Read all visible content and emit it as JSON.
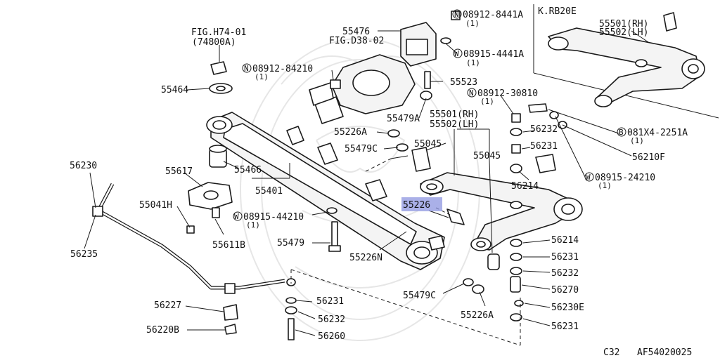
{
  "refs": {
    "fig_h74": "FIG.H74-01",
    "fig_h74_code": "(74800A)",
    "fig_d38": "FIG.D38-02",
    "inset": "K.RB20E"
  },
  "labels": {
    "p55476": "55476",
    "p55464": "55464",
    "p55523": "55523",
    "p55479a": "55479A",
    "p55226a_top": "55226A",
    "p55479c_top": "55479C",
    "p55045_a": "55045",
    "p55045_b": "55045",
    "p55501_rh": "55501(RH)",
    "p55502_lh": "55502(LH)",
    "p55501_inset": "55501(RH)",
    "p55502_inset": "55502(LH)",
    "p56232_a": "56232",
    "p56231_a": "56231",
    "p56214_a": "56214",
    "p56210f": "56210F",
    "p56230": "56230",
    "p55617": "55617",
    "p55466": "55466",
    "p55401": "55401",
    "p55041h": "55041H",
    "p56235": "56235",
    "p55611b": "55611B",
    "p55479": "55479",
    "p55226n": "55226N",
    "p55226_hl": "55226",
    "p56214_b": "56214",
    "p56231_b": "56231",
    "p56232_b": "56232",
    "p56270": "56270",
    "p56230e": "56230E",
    "p56231_c": "56231",
    "p55479c_bot": "55479C",
    "p55226a_bot": "55226A",
    "p56227": "56227",
    "p56220b": "56220B",
    "p56231_d": "56231",
    "p56232_d": "56232",
    "p56260": "56260"
  },
  "fasteners": {
    "n08912_8441a": "08912-8441A",
    "n08912_8441a_qty": "(1)",
    "w08915_4441a": "08915-4441A",
    "w08915_4441a_qty": "(1)",
    "n08912_84210": "08912-84210",
    "n08912_84210_qty": "(1)",
    "n08912_30810": "08912-30810",
    "n08912_30810_qty": "(1)",
    "b081x4_2251a": "081X4-2251A",
    "b081x4_2251a_qty": "(1)",
    "w08915_24210": "08915-24210",
    "w08915_24210_qty": "(1)",
    "w08915_44210": "08915-44210",
    "w08915_44210_qty": "(1)"
  },
  "prefixes": {
    "n": "N",
    "w": "W",
    "b": "B"
  },
  "footer": {
    "section": "C32",
    "code": "AF54020025"
  },
  "colors": {
    "highlight": "#8e95e0",
    "line": "#1a1a1a",
    "watermark": "#e6e6e6"
  }
}
